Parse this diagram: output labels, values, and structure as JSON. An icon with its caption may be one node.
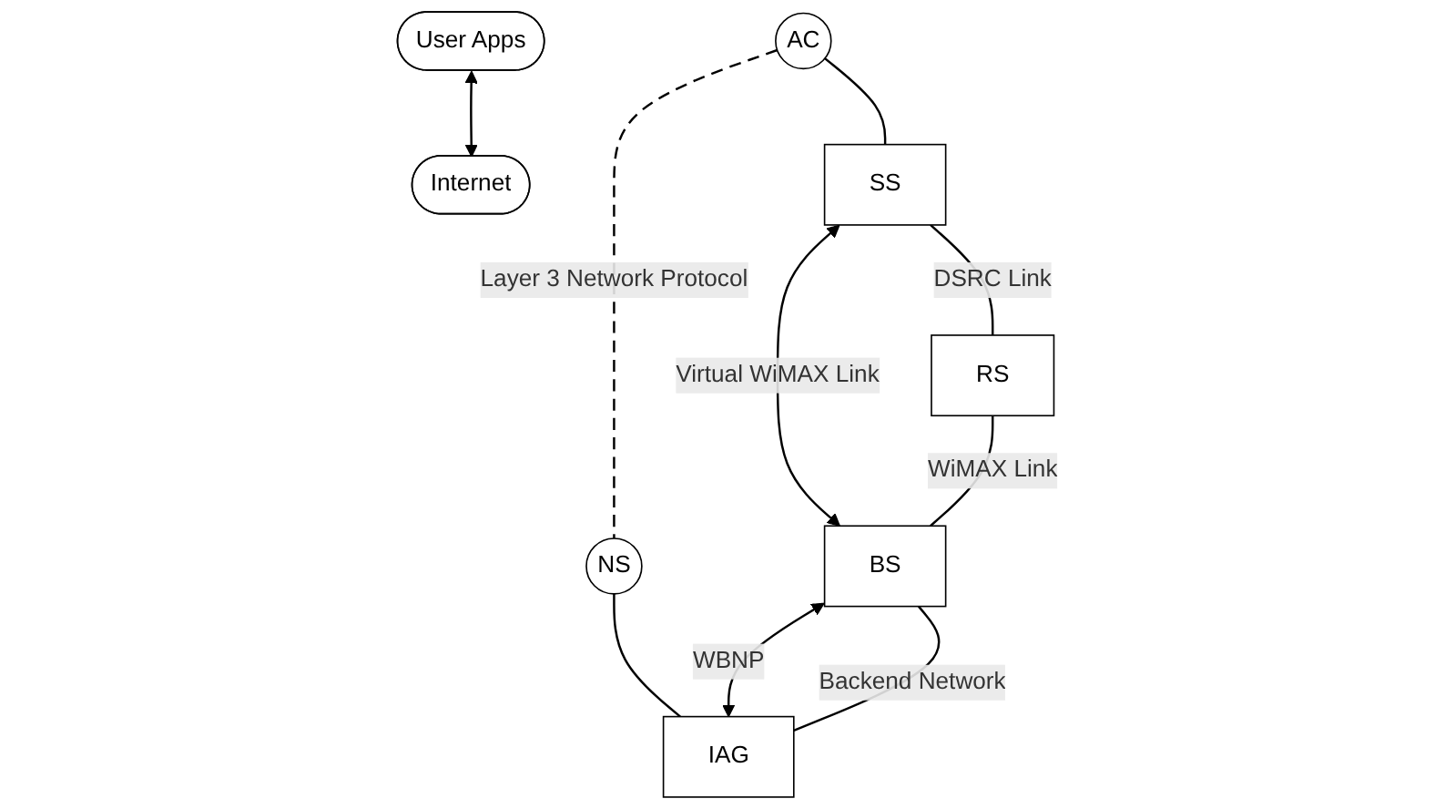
{
  "diagram": {
    "nodes": [
      {
        "text": [
          "User Apps"
        ]
      },
      {
        "text": [
          "Internet"
        ]
      },
      {
        "text": [
          "AC"
        ]
      },
      {
        "text": [
          "NS"
        ]
      },
      {
        "text": [
          "SS"
        ]
      },
      {
        "text": [
          "RS"
        ]
      },
      {
        "text": [
          "BS"
        ]
      },
      {
        "text": [
          "IAG"
        ]
      }
    ],
    "edges": [
      {
        "from": 0,
        "to": 1,
        "arrow": "both"
      },
      {
        "from": 2,
        "to": 3,
        "arrow": "none",
        "style": "dashed",
        "label": "Layer 3 Network Protocol"
      },
      {
        "from": 2,
        "to": 4,
        "arrow": "none"
      },
      {
        "from": 3,
        "to": 7,
        "arrow": "none"
      },
      {
        "from": 4,
        "to": 6,
        "arrow": "both",
        "label": "Virtual WiMAX Link"
      },
      {
        "from": 6,
        "to": 7,
        "arrow": "both",
        "label": "WBNP"
      },
      {
        "from": 4,
        "to": 5,
        "arrow": "none",
        "label": "DSRC Link"
      },
      {
        "from": 5,
        "to": 6,
        "arrow": "none",
        "label": "WiMAX Link"
      },
      {
        "from": 6,
        "to": 7,
        "arrow": "none",
        "label": "Backend Network"
      }
    ]
  }
}
